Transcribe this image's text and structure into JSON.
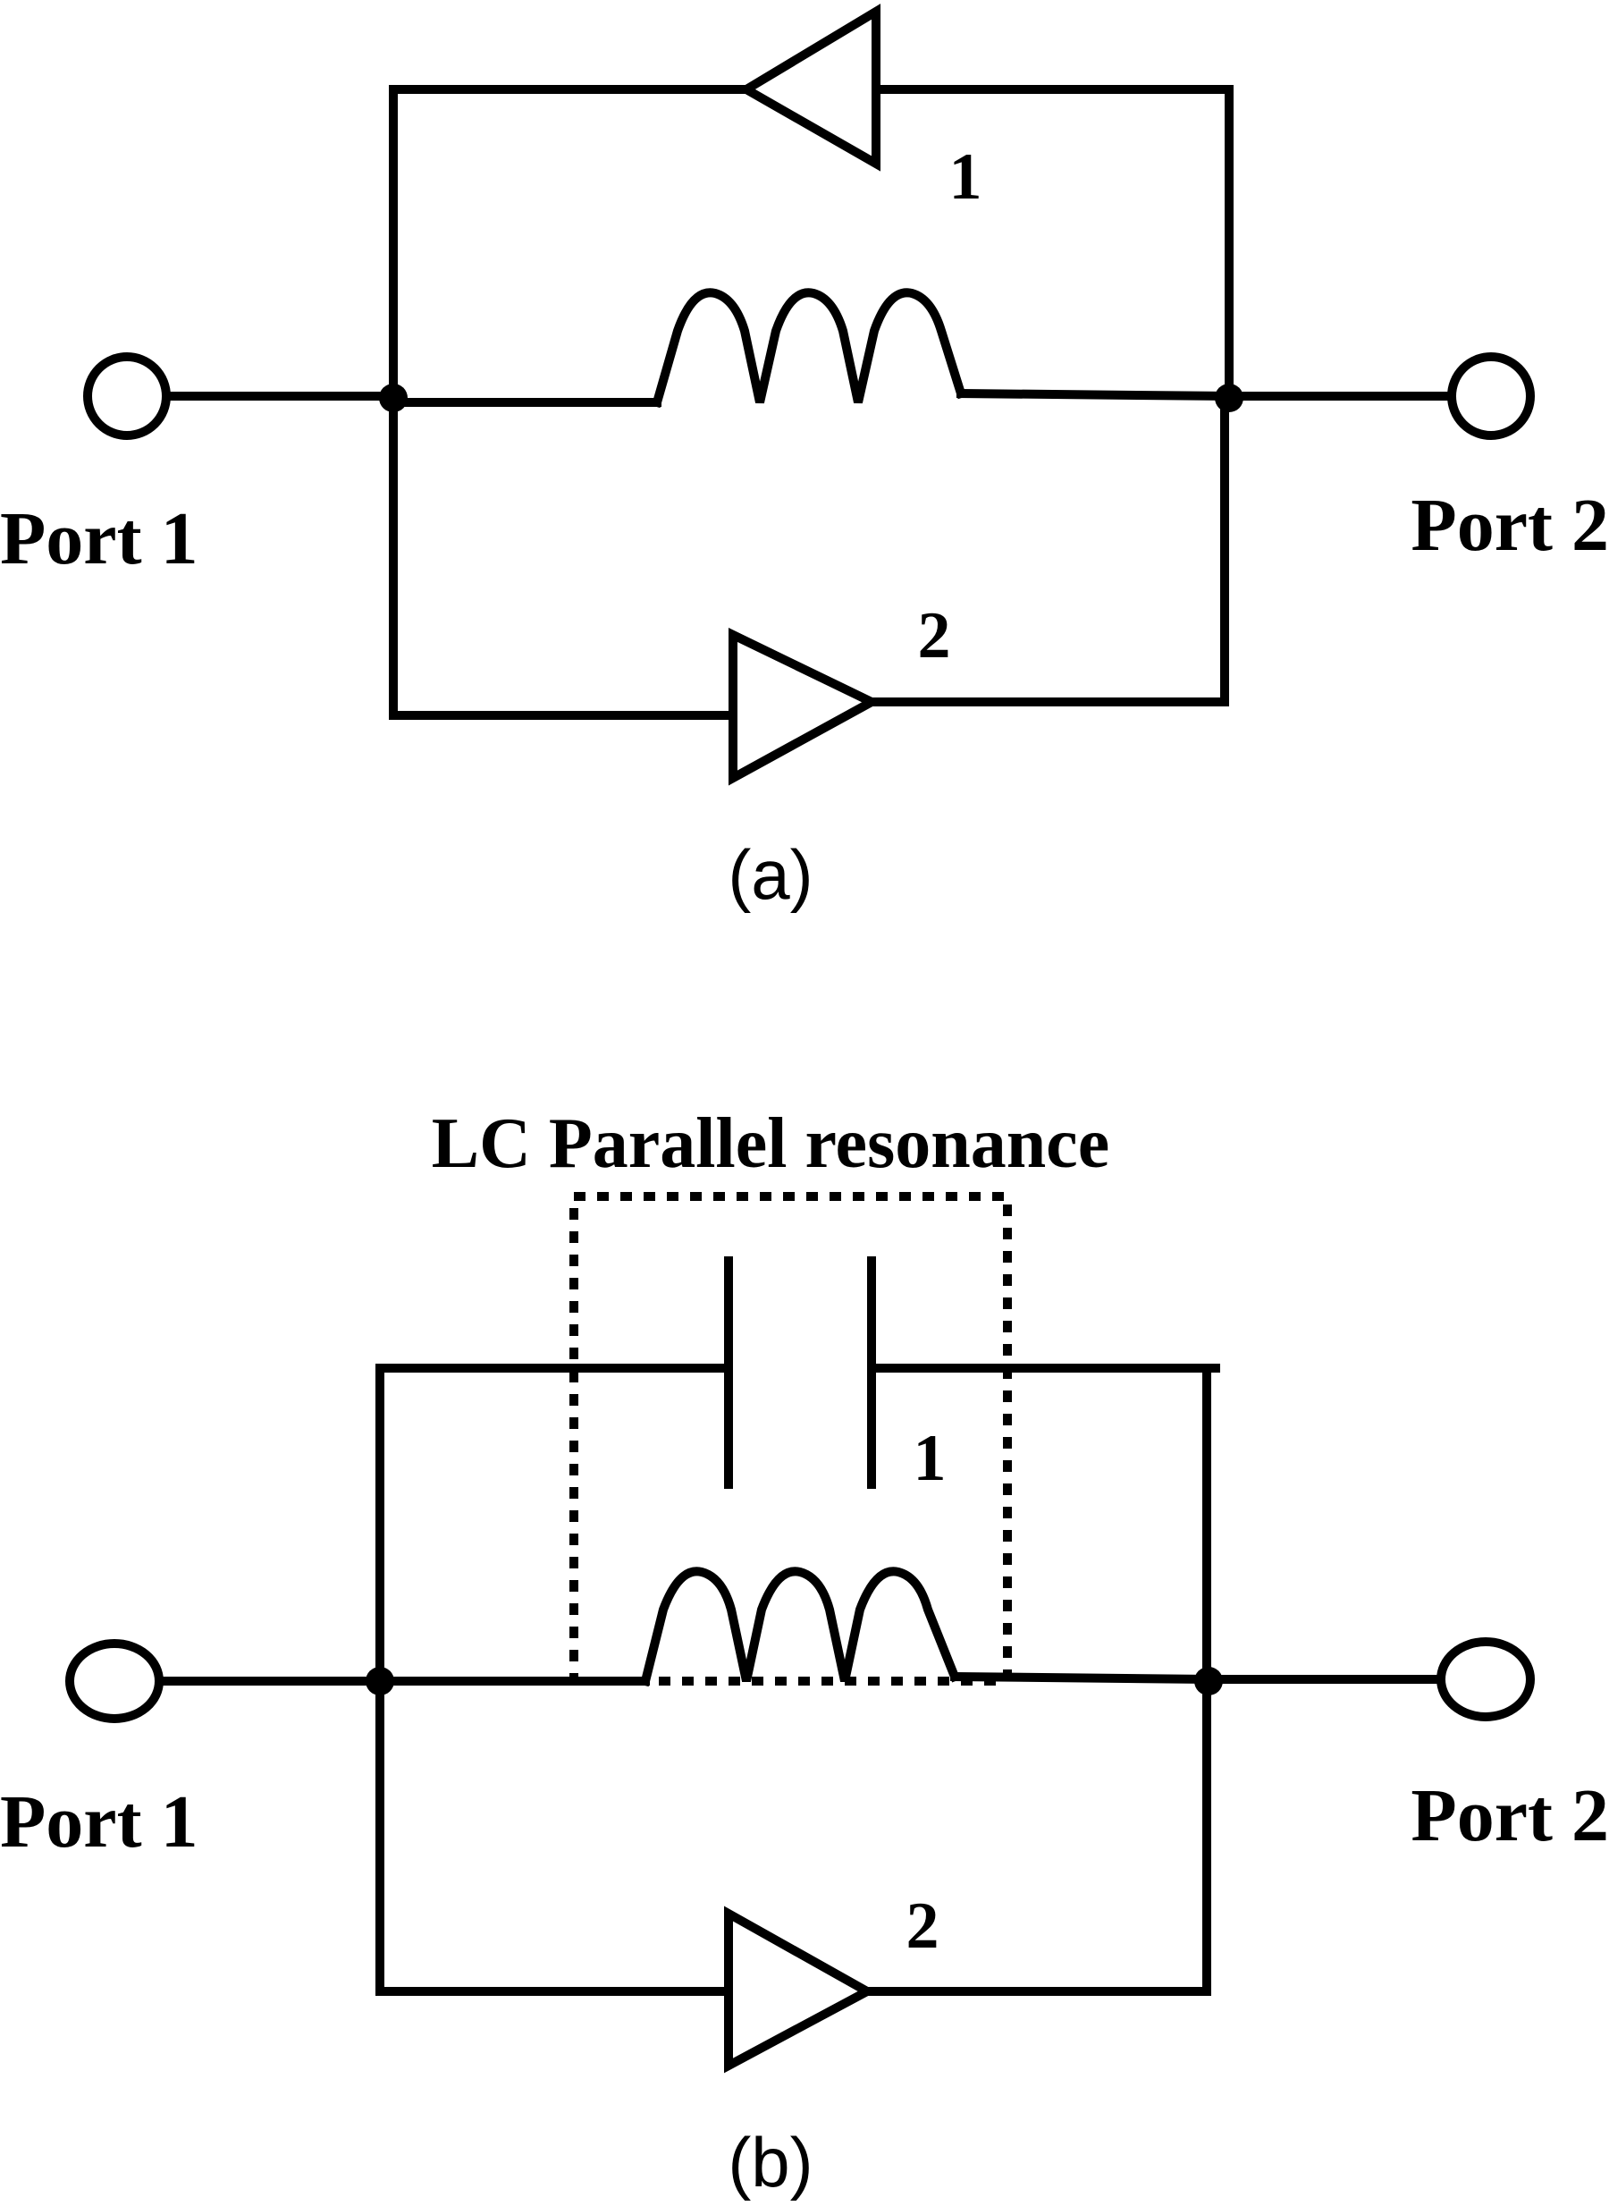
{
  "diagram_a": {
    "caption": "(a)",
    "port1_label": "Port 1",
    "port2_label": "Port 2",
    "amp1_label": "1",
    "amp2_label": "2"
  },
  "diagram_b": {
    "caption": "(b)",
    "port1_label": "Port 1",
    "port2_label": "Port 2",
    "resonance_label": "LC Parallel resonance",
    "cap_label": "1",
    "amp2_label": "2"
  }
}
